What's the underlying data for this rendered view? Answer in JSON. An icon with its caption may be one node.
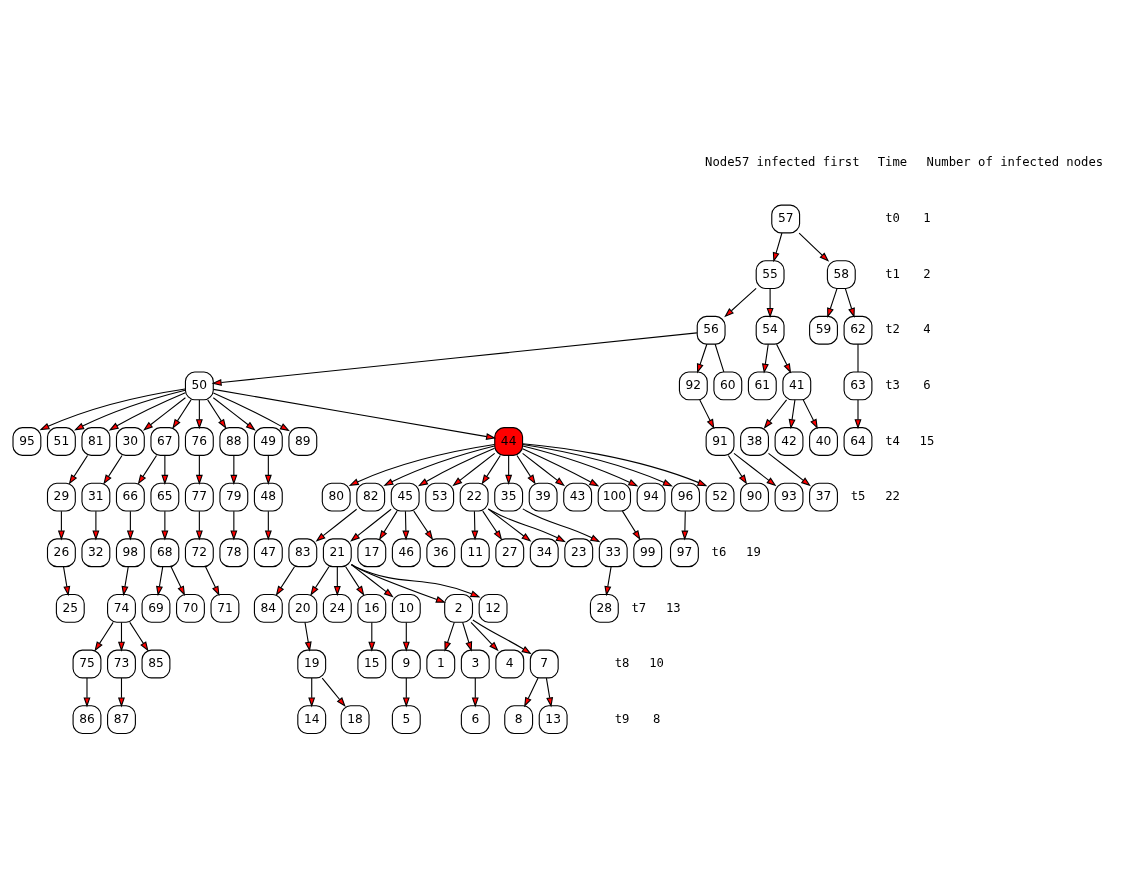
{
  "diagram": {
    "nodes": [
      {
        "text": [
          "57"
        ]
      },
      {
        "text": [
          "55"
        ]
      },
      {
        "text": [
          "58"
        ]
      },
      {
        "text": [
          "56"
        ]
      },
      {
        "text": [
          "54"
        ]
      },
      {
        "text": [
          "59"
        ]
      },
      {
        "text": [
          "62"
        ]
      },
      {
        "text": [
          "92"
        ]
      },
      {
        "text": [
          "60"
        ]
      },
      {
        "text": [
          "50"
        ]
      },
      {
        "text": [
          "61"
        ]
      },
      {
        "text": [
          "41"
        ]
      },
      {
        "text": [
          "63"
        ]
      },
      {
        "text": [
          "91"
        ]
      },
      {
        "text": [
          "67"
        ]
      },
      {
        "text": [
          "76"
        ]
      },
      {
        "text": [
          "88"
        ]
      },
      {
        "text": [
          "49"
        ]
      },
      {
        "text": [
          "89"
        ]
      },
      {
        "text": [
          "44"
        ]
      },
      {
        "text": [
          "95"
        ]
      },
      {
        "text": [
          "51"
        ]
      },
      {
        "text": [
          "81"
        ]
      },
      {
        "text": [
          "30"
        ]
      },
      {
        "text": [
          "42"
        ]
      },
      {
        "text": [
          "40"
        ]
      },
      {
        "text": [
          "38"
        ]
      },
      {
        "text": [
          "64"
        ]
      },
      {
        "text": [
          "90"
        ]
      },
      {
        "text": [
          "93"
        ]
      },
      {
        "text": [
          "66"
        ]
      },
      {
        "text": [
          "65"
        ]
      },
      {
        "text": [
          "77"
        ]
      },
      {
        "text": [
          "79"
        ]
      },
      {
        "text": [
          "48"
        ]
      },
      {
        "text": [
          "45"
        ]
      },
      {
        "text": [
          "53"
        ]
      },
      {
        "text": [
          "22"
        ]
      },
      {
        "text": [
          "35"
        ]
      },
      {
        "text": [
          "39"
        ]
      },
      {
        "text": [
          "43"
        ]
      },
      {
        "text": [
          "100"
        ]
      },
      {
        "text": [
          "94"
        ]
      },
      {
        "text": [
          "96"
        ]
      },
      {
        "text": [
          "52"
        ]
      },
      {
        "text": [
          "80"
        ]
      },
      {
        "text": [
          "82"
        ]
      },
      {
        "text": [
          "29"
        ]
      },
      {
        "text": [
          "31"
        ]
      },
      {
        "text": [
          "37"
        ]
      },
      {
        "text": [
          "98"
        ]
      },
      {
        "text": [
          "68"
        ]
      },
      {
        "text": [
          "72"
        ]
      },
      {
        "text": [
          "78"
        ]
      },
      {
        "text": [
          "47"
        ]
      },
      {
        "text": [
          "36"
        ]
      },
      {
        "text": [
          "21"
        ]
      },
      {
        "text": [
          "17"
        ]
      },
      {
        "text": [
          "46"
        ]
      },
      {
        "text": [
          "23"
        ]
      },
      {
        "text": [
          "11"
        ]
      },
      {
        "text": [
          "27"
        ]
      },
      {
        "text": [
          "34"
        ]
      },
      {
        "text": [
          "33"
        ]
      },
      {
        "text": [
          "99"
        ]
      },
      {
        "text": [
          "97"
        ]
      },
      {
        "text": [
          "83"
        ]
      },
      {
        "text": [
          "26"
        ]
      },
      {
        "text": [
          "32"
        ]
      },
      {
        "text": [
          "74"
        ]
      },
      {
        "text": [
          "70"
        ]
      },
      {
        "text": [
          "69"
        ]
      },
      {
        "text": [
          "71"
        ]
      },
      {
        "text": [
          "10"
        ]
      },
      {
        "text": [
          "2"
        ]
      },
      {
        "text": [
          "12"
        ]
      },
      {
        "text": [
          "20"
        ]
      },
      {
        "text": [
          "24"
        ]
      },
      {
        "text": [
          "16"
        ]
      },
      {
        "text": [
          "28"
        ]
      },
      {
        "text": [
          "84"
        ]
      },
      {
        "text": [
          "25"
        ]
      },
      {
        "text": [
          "75"
        ]
      },
      {
        "text": [
          "73"
        ]
      },
      {
        "text": [
          "85"
        ]
      },
      {
        "text": [
          "9"
        ]
      },
      {
        "text": [
          "1"
        ]
      },
      {
        "text": [
          "3"
        ]
      },
      {
        "text": [
          "4"
        ]
      },
      {
        "text": [
          "7"
        ]
      },
      {
        "text": [
          "19"
        ]
      },
      {
        "text": [
          "15"
        ]
      },
      {
        "text": [
          "86"
        ]
      },
      {
        "text": [
          "87"
        ]
      },
      {
        "text": [
          "5"
        ]
      },
      {
        "text": [
          "6"
        ]
      },
      {
        "text": [
          "8"
        ]
      },
      {
        "text": [
          "13"
        ]
      },
      {
        "text": [
          "14"
        ]
      },
      {
        "text": [
          "18"
        ]
      }
    ],
    "edges": [
      {
        "from": 0,
        "to": 1,
        "arrow": "to"
      },
      {
        "from": 0,
        "to": 2,
        "arrow": "to"
      },
      {
        "from": 1,
        "to": 3,
        "arrow": "to"
      },
      {
        "from": 1,
        "to": 4,
        "arrow": "to"
      },
      {
        "from": 2,
        "to": 5,
        "arrow": "to"
      },
      {
        "from": 2,
        "to": 6,
        "arrow": "to"
      },
      {
        "from": 3,
        "to": 7,
        "arrow": "to"
      },
      {
        "from": 3,
        "to": 8,
        "arrow": "none"
      },
      {
        "from": 3,
        "to": 9,
        "arrow": "to"
      },
      {
        "from": 4,
        "to": 10,
        "arrow": "to"
      },
      {
        "from": 4,
        "to": 11,
        "arrow": "to"
      },
      {
        "from": 6,
        "to": 12,
        "arrow": "none"
      },
      {
        "from": 7,
        "to": 13,
        "arrow": "to"
      },
      {
        "from": 9,
        "to": 14,
        "arrow": "to"
      },
      {
        "from": 9,
        "to": 15,
        "arrow": "to"
      },
      {
        "from": 9,
        "to": 16,
        "arrow": "to"
      },
      {
        "from": 9,
        "to": 17,
        "arrow": "to"
      },
      {
        "from": 9,
        "to": 18,
        "arrow": "to"
      },
      {
        "from": 9,
        "to": 19,
        "arrow": "to"
      },
      {
        "from": 9,
        "to": 20,
        "arrow": "to"
      },
      {
        "from": 9,
        "to": 21,
        "arrow": "to"
      },
      {
        "from": 9,
        "to": 22,
        "arrow": "to"
      },
      {
        "from": 9,
        "to": 23,
        "arrow": "to"
      },
      {
        "from": 11,
        "to": 24,
        "arrow": "to"
      },
      {
        "from": 11,
        "to": 25,
        "arrow": "to"
      },
      {
        "from": 11,
        "to": 26,
        "arrow": "to"
      },
      {
        "from": 12,
        "to": 27,
        "arrow": "to"
      },
      {
        "from": 13,
        "to": 28,
        "arrow": "to"
      },
      {
        "from": 13,
        "to": 29,
        "arrow": "to"
      },
      {
        "from": 14,
        "to": 30,
        "arrow": "to"
      },
      {
        "from": 14,
        "to": 31,
        "arrow": "to"
      },
      {
        "from": 15,
        "to": 32,
        "arrow": "to"
      },
      {
        "from": 16,
        "to": 33,
        "arrow": "to"
      },
      {
        "from": 17,
        "to": 34,
        "arrow": "to"
      },
      {
        "from": 19,
        "to": 35,
        "arrow": "to"
      },
      {
        "from": 19,
        "to": 36,
        "arrow": "to"
      },
      {
        "from": 19,
        "to": 37,
        "arrow": "to"
      },
      {
        "from": 19,
        "to": 38,
        "arrow": "to"
      },
      {
        "from": 19,
        "to": 39,
        "arrow": "to"
      },
      {
        "from": 19,
        "to": 40,
        "arrow": "to"
      },
      {
        "from": 19,
        "to": 41,
        "arrow": "to"
      },
      {
        "from": 19,
        "to": 42,
        "arrow": "to"
      },
      {
        "from": 19,
        "to": 43,
        "arrow": "to"
      },
      {
        "from": 19,
        "to": 44,
        "arrow": "to"
      },
      {
        "from": 19,
        "to": 45,
        "arrow": "to"
      },
      {
        "from": 19,
        "to": 46,
        "arrow": "to"
      },
      {
        "from": 22,
        "to": 47,
        "arrow": "to"
      },
      {
        "from": 23,
        "to": 48,
        "arrow": "to"
      },
      {
        "from": 26,
        "to": 49,
        "arrow": "to"
      },
      {
        "from": 30,
        "to": 50,
        "arrow": "to"
      },
      {
        "from": 31,
        "to": 51,
        "arrow": "to"
      },
      {
        "from": 32,
        "to": 52,
        "arrow": "to"
      },
      {
        "from": 33,
        "to": 53,
        "arrow": "to"
      },
      {
        "from": 34,
        "to": 54,
        "arrow": "to"
      },
      {
        "from": 35,
        "to": 55,
        "arrow": "to"
      },
      {
        "from": 35,
        "to": 56,
        "arrow": "to"
      },
      {
        "from": 35,
        "to": 57,
        "arrow": "to"
      },
      {
        "from": 35,
        "to": 58,
        "arrow": "to"
      },
      {
        "from": 37,
        "to": 59,
        "arrow": "to"
      },
      {
        "from": 37,
        "to": 60,
        "arrow": "to"
      },
      {
        "from": 37,
        "to": 61,
        "arrow": "to"
      },
      {
        "from": 37,
        "to": 62,
        "arrow": "to"
      },
      {
        "from": 38,
        "to": 63,
        "arrow": "to"
      },
      {
        "from": 41,
        "to": 64,
        "arrow": "to"
      },
      {
        "from": 43,
        "to": 65,
        "arrow": "to"
      },
      {
        "from": 46,
        "to": 66,
        "arrow": "to"
      },
      {
        "from": 47,
        "to": 67,
        "arrow": "to"
      },
      {
        "from": 48,
        "to": 68,
        "arrow": "to"
      },
      {
        "from": 50,
        "to": 69,
        "arrow": "to"
      },
      {
        "from": 51,
        "to": 70,
        "arrow": "to"
      },
      {
        "from": 51,
        "to": 71,
        "arrow": "to"
      },
      {
        "from": 52,
        "to": 72,
        "arrow": "to"
      },
      {
        "from": 56,
        "to": 73,
        "arrow": "to"
      },
      {
        "from": 56,
        "to": 74,
        "arrow": "to"
      },
      {
        "from": 56,
        "to": 75,
        "arrow": "to"
      },
      {
        "from": 56,
        "to": 76,
        "arrow": "to"
      },
      {
        "from": 56,
        "to": 77,
        "arrow": "to"
      },
      {
        "from": 56,
        "to": 78,
        "arrow": "to"
      },
      {
        "from": 63,
        "to": 79,
        "arrow": "to"
      },
      {
        "from": 66,
        "to": 80,
        "arrow": "to"
      },
      {
        "from": 67,
        "to": 81,
        "arrow": "to"
      },
      {
        "from": 69,
        "to": 82,
        "arrow": "to"
      },
      {
        "from": 69,
        "to": 83,
        "arrow": "to"
      },
      {
        "from": 69,
        "to": 84,
        "arrow": "to"
      },
      {
        "from": 73,
        "to": 85,
        "arrow": "to"
      },
      {
        "from": 74,
        "to": 86,
        "arrow": "to"
      },
      {
        "from": 74,
        "to": 87,
        "arrow": "to"
      },
      {
        "from": 74,
        "to": 88,
        "arrow": "to"
      },
      {
        "from": 74,
        "to": 89,
        "arrow": "to"
      },
      {
        "from": 76,
        "to": 90,
        "arrow": "to"
      },
      {
        "from": 78,
        "to": 91,
        "arrow": "to"
      },
      {
        "from": 82,
        "to": 92,
        "arrow": "to"
      },
      {
        "from": 83,
        "to": 93,
        "arrow": "to"
      },
      {
        "from": 85,
        "to": 94,
        "arrow": "to"
      },
      {
        "from": 87,
        "to": 95,
        "arrow": "to"
      },
      {
        "from": 89,
        "to": 96,
        "arrow": "to"
      },
      {
        "from": 89,
        "to": 97,
        "arrow": "to"
      },
      {
        "from": 90,
        "to": 98,
        "arrow": "to"
      },
      {
        "from": 90,
        "to": 99,
        "arrow": "to"
      }
    ],
    "labels": [
      "Node57 infected first",
      "Time",
      "Number of infected nodes",
      "t0",
      "1",
      "t1",
      "2",
      "t2",
      "4",
      "t3",
      "6",
      "t4",
      "15",
      "t5",
      "22",
      "t6",
      "19",
      "t7",
      "13",
      "t8",
      "10",
      "t9",
      "8"
    ]
  }
}
